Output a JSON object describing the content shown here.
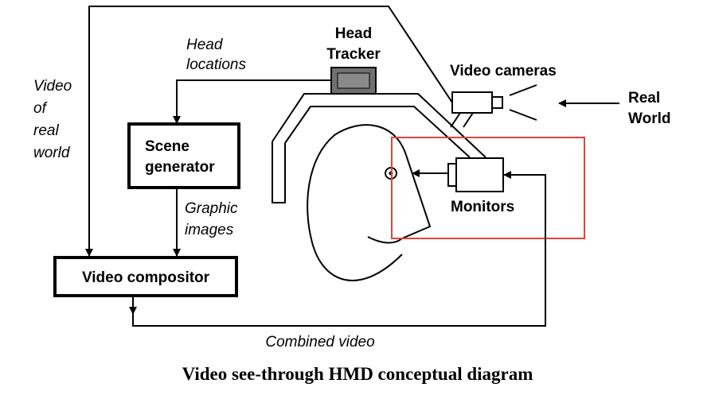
{
  "labels": {
    "head_locations": [
      "Head",
      "locations"
    ],
    "head_tracker": [
      "Head",
      "Tracker"
    ],
    "video_cameras": "Video cameras",
    "real_world": [
      "Real",
      "World"
    ],
    "video_of_real_world": [
      "Video",
      "of",
      "real",
      "world"
    ],
    "scene_generator": [
      "Scene",
      "generator"
    ],
    "graphic_images": [
      "Graphic",
      "images"
    ],
    "monitors": "Monitors",
    "video_compositor": "Video compositor",
    "combined_video": "Combined video"
  },
  "caption": "Video see-through HMD conceptual diagram",
  "colors": {
    "line": "#000000",
    "tracker_fill": "#707070",
    "highlight_box": "#e0443c"
  }
}
